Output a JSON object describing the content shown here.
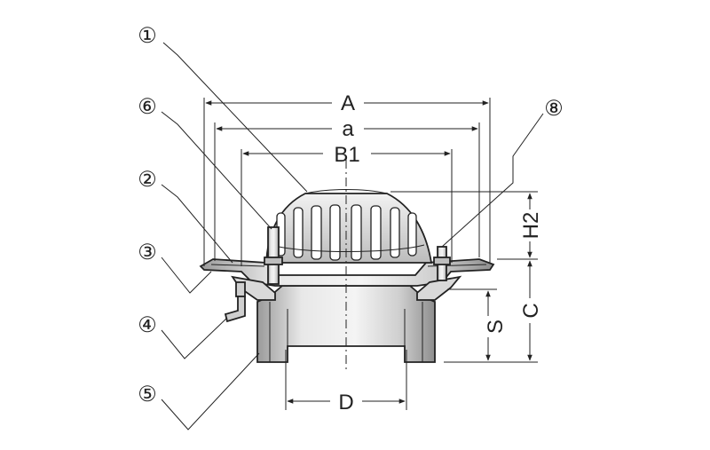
{
  "diagram": {
    "dimensions": {
      "A": "A",
      "a": "a",
      "B1": "B1",
      "H2": "H2",
      "C": "C",
      "S": "S",
      "D": "D"
    },
    "callouts": [
      "①",
      "⑥",
      "②",
      "③",
      "④",
      "⑤",
      "⑧"
    ],
    "colors": {
      "line": "#222222",
      "metal_light": "#e6e6e6",
      "metal_mid": "#bdbdbd",
      "metal_dark": "#8a8a8a"
    }
  }
}
